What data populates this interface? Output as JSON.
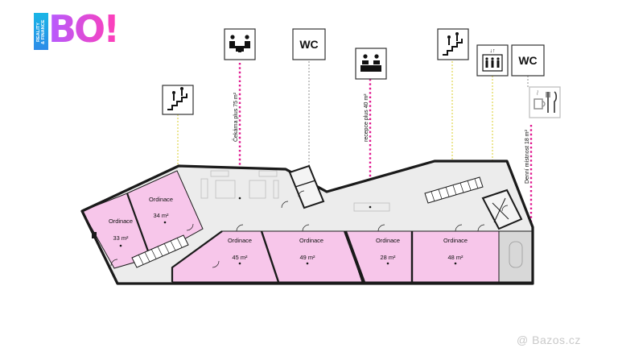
{
  "brand": {
    "logo_text": "BO!",
    "logo_sub_1": "REALITY",
    "logo_sub_2": "& FINANCE"
  },
  "watermark": "@ Bazos.cz",
  "colors": {
    "office_fill": "#f7c6ea",
    "floor_fill": "#ededed",
    "wall": "#1a1a1a",
    "pink_line": "#e0178f",
    "yellow_line": "#e7e07a",
    "gray_line": "#b9b9b9"
  },
  "icons": [
    {
      "name": "stairs-icon"
    },
    {
      "name": "waiting-room-icon"
    },
    {
      "name": "wc-icon",
      "label": "WC"
    },
    {
      "name": "reception-icon"
    },
    {
      "name": "stairs-icon"
    },
    {
      "name": "elevator-icon"
    },
    {
      "name": "wc-icon",
      "label": "WC"
    },
    {
      "name": "kitchen-icon"
    }
  ],
  "callouts": [
    {
      "text": "Čekárna plus 75 m²"
    },
    {
      "text": "recepce plus 40 m²"
    },
    {
      "text": "Denní místnost 18 m²"
    }
  ],
  "rooms": [
    {
      "name": "Ordinace",
      "area": "33 m²"
    },
    {
      "name": "Ordinace",
      "area": "34 m²"
    },
    {
      "name": "Ordinace",
      "area": "45 m²"
    },
    {
      "name": "Ordinace",
      "area": "49 m²"
    },
    {
      "name": "Ordinace",
      "area": "28 m²"
    },
    {
      "name": "Ordinace",
      "area": "48 m²"
    }
  ]
}
